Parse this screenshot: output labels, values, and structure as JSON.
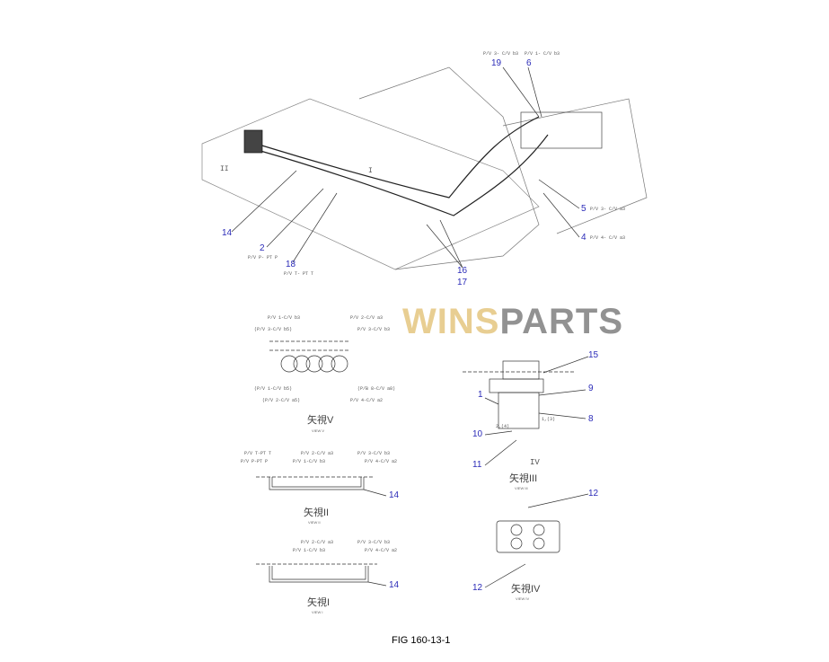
{
  "figure_label": "FIG  160-13-1",
  "watermark": {
    "part1": "WINS",
    "part2": "PARTS"
  },
  "callouts": [
    "19",
    "6",
    "14",
    "2",
    "18",
    "5",
    "4",
    "16",
    "17",
    "15",
    "1",
    "9",
    "8",
    "10",
    "11",
    "12",
    "12",
    "14",
    "14"
  ],
  "main_notes": {
    "n19": "P/V 3- C/V b3",
    "n6": "P/V 1- C/V b3",
    "n5": "P/V 3- C/V a3",
    "n4": "P/V 4- C/V a3",
    "n2": "P/V P- PT P",
    "n18": "P/V T- PT T",
    "arrowII": "II",
    "arrowI": "I"
  },
  "view5": {
    "labels": [
      "P/V 1-C/V b3",
      "(P/V 3-C/V b5)",
      "P/V 2-C/V a3",
      "P/V 3-C/V b3",
      "(P/V 1-C/V b5)",
      "(P/V 2-C/V a5)",
      "(P/B 8-C/V a8)",
      "P/V 4-C/V a2"
    ],
    "caption": "矢視V",
    "sub": "VIEW V"
  },
  "view2": {
    "labels": [
      "P/V T-PT T",
      "P/V P-PT P",
      "P/V 2-C/V a3",
      "P/V 1-C/V b3",
      "P/V 3-C/V b3",
      "P/V 4-C/V a2"
    ],
    "caption": "矢視II",
    "sub": "VIEW II"
  },
  "view1": {
    "labels": [
      "P/V 2-C/V a3",
      "P/V 1-C/V b3",
      "P/V 3-C/V b3",
      "P/V 4-C/V a2"
    ],
    "caption": "矢視I",
    "sub": "VIEW I"
  },
  "view3": {
    "caption": "矢視III",
    "sub": "VIEW III",
    "ports": [
      "2,(4)",
      "1,(3)",
      "IV"
    ]
  },
  "view4": {
    "caption": "矢視IV",
    "sub": "VIEW IV"
  }
}
